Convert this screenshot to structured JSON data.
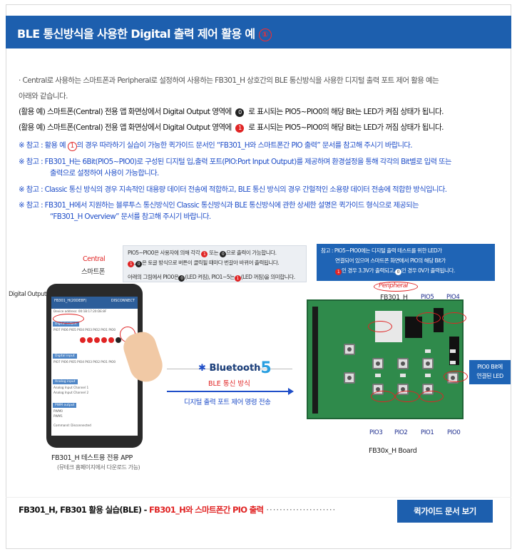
{
  "header": {
    "title": "BLE 통신방식을 사용한 Digital 출력 제어 활용 예",
    "title_num": "①"
  },
  "intro": {
    "line1": "· Central로 사용하는 스마트폰과 Peripheral로 설정하여 사용하는 FB301_H 상호간의 BLE 통신방식을 사용한 디지털 출력 포트 제어 활용 예는",
    "line2": "아래와 같습니다."
  },
  "examples": [
    {
      "pre": "(활용 예) 스마트폰(Central) 전용 앱 화면상에서 Digital Output 영역에",
      "dot": "0",
      "post": "로 표시되는 PIO5~PIO0의 해당 Bit는 LED가 켜짐 상태가 됩니다."
    },
    {
      "pre": "(활용 예) 스마트폰(Central) 전용 앱 화면상에서 Digital Output 영역에",
      "dot": "1",
      "post": "로 표시되는 PIO5~PIO0의 해당 Bit는 LED가 꺼짐 상태가 됩니다."
    }
  ],
  "notes": {
    "n1_pre": "※ 참고 : 활용 예 ",
    "n1_num": "1",
    "n1_post": "의 경우 따라하기 실습이 가능한 퀵가이드 문서인 “FB301_H와 스마트폰간 PIO 출력” 문서를 참고해 주시기 바랍니다.",
    "n2a": "※ 참고 : FB301_H는 6Bit(PIO5~PIO0)로 구성된 디지털 입,출력 포트(PIO:Port Input Output)를 제공하며 환경설정을 통해 각각의 Bit별로 입력 또는",
    "n2b": "출력으로 설정하여 사용이 가능합니다.",
    "n3": "※ 참고 : Classic 통신 방식의 경우 지속적인 대용량 데이터 전송에 적합하고, BLE 통신 방식의 경우 간헐적인 소용량 데이터 전송에 적합한 방식입니다.",
    "n4a": "※ 참고 : FB301_H에서 지원하는 블루투스 통신방식인 Classic 통신방식과 BLE 통신방식에 관한 상세한 설명은 퀵가이드 형식으로 제공되는",
    "n4b": "“FB301_H Overview” 문서를 참고해 주시기 바랍니다."
  },
  "diagram": {
    "central": "Central",
    "smartphone": "스마트폰",
    "digital_output_label": "Digital Output",
    "callout_left": {
      "l1_a": "PIO5~PIO0은 사용자에 의해 각각",
      "l1_b": "또는",
      "l1_c": "으로 출력이 가능합니다.",
      "l2_b": "은 토글 방식으로 버튼이 클릭될 때마다 번갈아 바뀌어 출력됩니다.",
      "l3_a": "아래의 그림에서 PIO0은",
      "l3_b": "(LED 켜짐), PIO1~5는",
      "l3_c": "(LED 꺼짐)을 의미합니다."
    },
    "callout_right": {
      "l1": "참고 : PIO5~PIO0에는 디지털 출력 테스트를 위한 LED가",
      "l2": "연결되어 있으며 스마트폰 화면에서 PIO의 해당 Bit가",
      "l3_b": "인 경우 3.3V가 출력되고,",
      "l3_d": "인 경우 0V가 출력됩니다."
    },
    "peripheral": "Peripheral",
    "board_name": "FB301_H",
    "pins_top": [
      "PIO5",
      "PIO4"
    ],
    "pins_bottom": [
      "PIO3",
      "PIO2",
      "PIO1",
      "PIO0"
    ],
    "led_callout": [
      "PIO0 Bit에",
      "연결된 LED"
    ],
    "bluetooth": "Bluetooth",
    "bluetooth_ver": "5",
    "ble_label": "BLE 통신 방식",
    "cmd_label": "디지털 출력 포트 제어 명령 전송",
    "app_caption": "FB301_H 테스트용 전용 APP",
    "app_sub": "(뮤테크 홈페이지에서 다운로드 가능)",
    "board_caption": "FB30x_H Board",
    "app_screen": {
      "title": "FB301_H(20DE8F)",
      "disconnect": "DISCONNECT",
      "address": "Device address: 00:1B:17:20:DE:8F",
      "digital_output": "Digital output",
      "pio_labels": "PIO7 PIO6 PIO5 PIO4 PIO3 PIO2 PIO1 PIO0",
      "digital_input": "Digital input",
      "analog_input": "Analog input",
      "analog1": "Analog Input Channel 1",
      "analog2": "Analog Input Channel 2",
      "pwm_output": "PWM output",
      "pwm0": "PWM0",
      "pwm1": "PWM1",
      "status": "Command: Disconnected"
    }
  },
  "footer": {
    "black": "FB301_H, FB301 활용 실습(BLE) - ",
    "red": "FB301_H와 스마트폰간 PIO 출력",
    "dots": "·····················",
    "button": "퀵가이드 문서 보기"
  },
  "colors": {
    "brand_blue": "#1d5fae",
    "note_blue": "#1f4ec8",
    "red": "#e02424",
    "board_green": "#2f8a4b"
  }
}
